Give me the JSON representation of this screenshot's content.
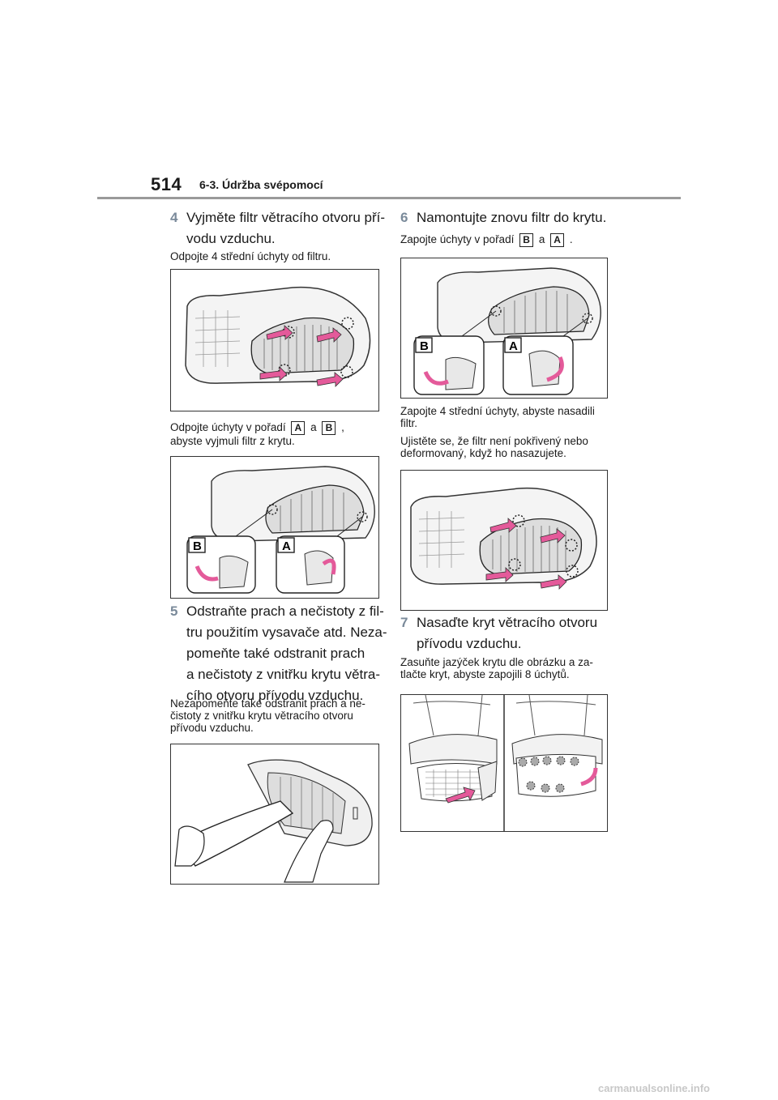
{
  "header": {
    "page_number": "514",
    "section_title": "6-3. Údržba svépomocí"
  },
  "step4": {
    "num": "4",
    "title_l1": "Vyjměte filtr větracího otvoru pří-",
    "title_l2": "vodu vzduchu.",
    "note1": "Odpojte 4 střední úchyty od filtru.",
    "note2_a": "Odpojte úchyty v pořadí",
    "note2_sep": "a",
    "note2_end": ",",
    "note2_l2": "abyste vyjmuli filtr z krytu."
  },
  "step5": {
    "num": "5",
    "l1": "Odstraňte prach a nečistoty z fil-",
    "l2": "tru použitím vysavače atd. Neza-",
    "l3": "pomeňte také odstranit prach",
    "l4": "a nečistoty z vnitřku krytu větra-",
    "l5": "cího otvoru přívodu vzduchu.",
    "note_l1": "Nezapomeňte také odstranit prach a ne-",
    "note_l2": "čistoty z vnitřku krytu větracího otvoru",
    "note_l3": "přívodu vzduchu."
  },
  "step6": {
    "num": "6",
    "title": "Namontujte znovu filtr do krytu.",
    "note1_a": "Zapojte úchyty v pořadí",
    "note1_sep": "a",
    "note1_end": ".",
    "note2_l1": "Zapojte 4 střední úchyty, abyste nasadili",
    "note2_l2": "filtr.",
    "note3_l1": "Ujistěte se, že filtr není pokřivený nebo",
    "note3_l2": "deformovaný, když ho nasazujete."
  },
  "step7": {
    "num": "7",
    "title_l1": "Nasaďte kryt větracího otvoru",
    "title_l2": "přívodu vzduchu.",
    "note_l1": "Zasuňte jazýček krytu dle obrázku a za-",
    "note_l2": "tlačte kryt, abyste zapojili 8 úchytů."
  },
  "labels": {
    "a": "A",
    "b": "B"
  },
  "footer": {
    "watermark": "carmanualsonline.info"
  },
  "colors": {
    "accent_num": "#7a8a9a",
    "arrow_pink": "#e45a9a",
    "rule": "#9a9a9a"
  }
}
